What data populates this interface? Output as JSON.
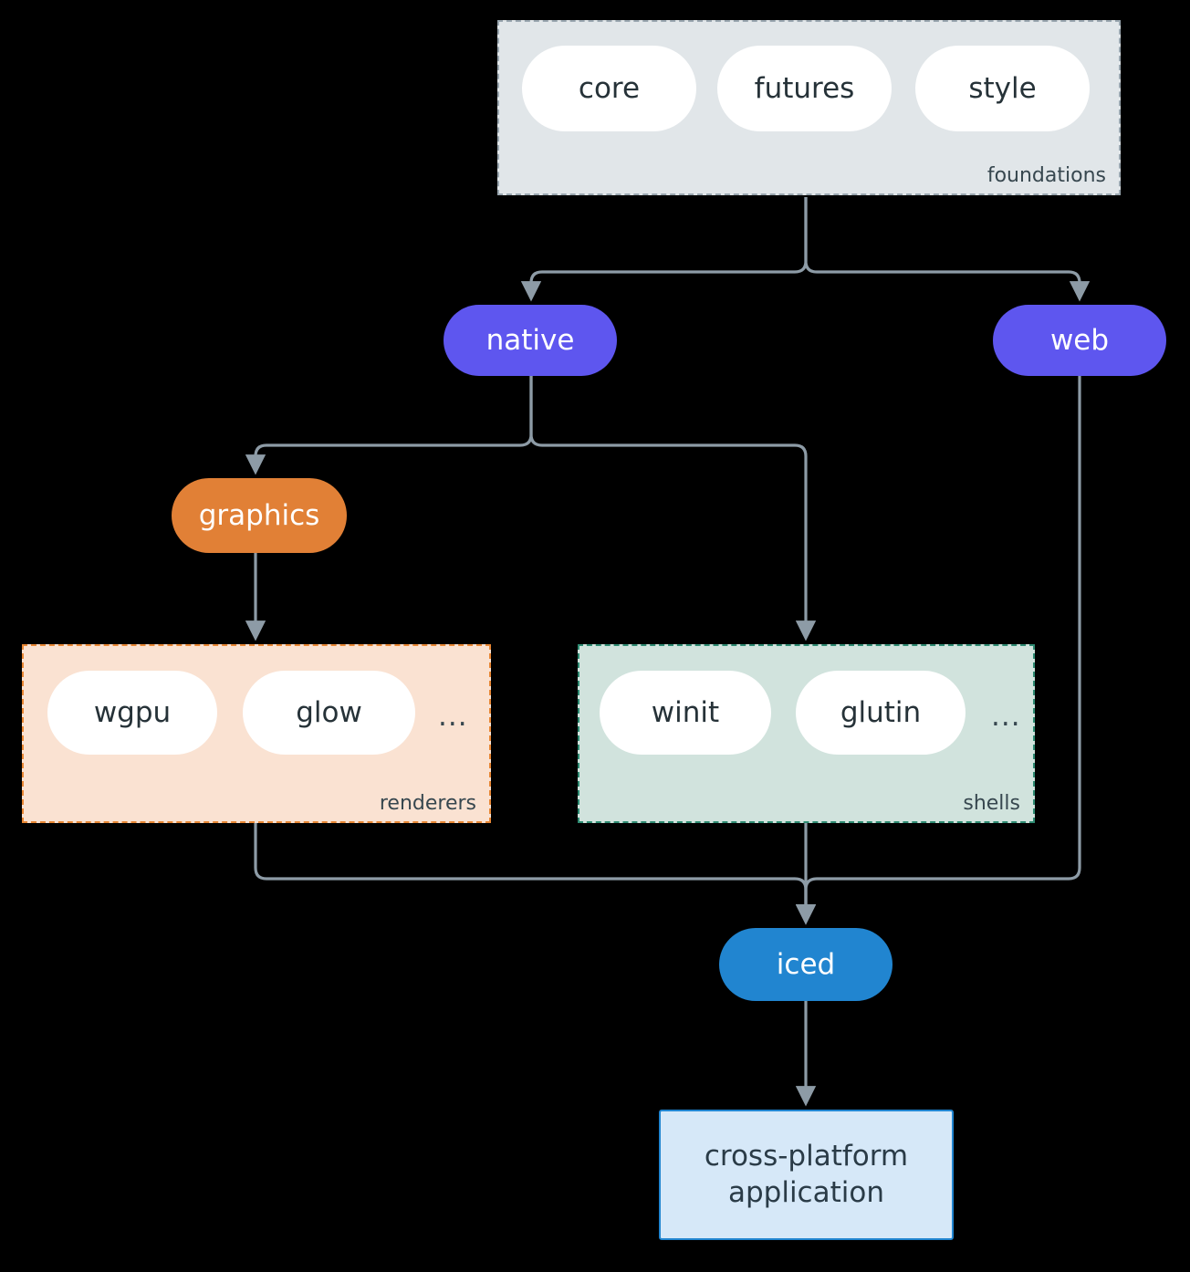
{
  "diagram": {
    "type": "architecture-flow",
    "background": "#000000",
    "edge_color": "#8d9ba6",
    "clusters": [
      {
        "id": "foundations",
        "label": "foundations",
        "fill": "#e1e6e9",
        "border": "#9aa7b0",
        "border_style": "dashed",
        "nodes": [
          {
            "id": "core",
            "label": "core",
            "fill": "#ffffff",
            "text": "#263238",
            "shape": "stadium"
          },
          {
            "id": "futures",
            "label": "futures",
            "fill": "#ffffff",
            "text": "#263238",
            "shape": "stadium"
          },
          {
            "id": "style",
            "label": "style",
            "fill": "#ffffff",
            "text": "#263238",
            "shape": "stadium"
          }
        ]
      },
      {
        "id": "renderers",
        "label": "renderers",
        "fill": "#fae2d2",
        "border": "#e88734",
        "border_style": "dashed",
        "nodes": [
          {
            "id": "wgpu",
            "label": "wgpu",
            "fill": "#ffffff",
            "text": "#263238",
            "shape": "stadium"
          },
          {
            "id": "glow",
            "label": "glow",
            "fill": "#ffffff",
            "text": "#263238",
            "shape": "stadium"
          }
        ],
        "ellipsis": "..."
      },
      {
        "id": "shells",
        "label": "shells",
        "fill": "#d1e3dd",
        "border": "#2e8b72",
        "border_style": "dashed",
        "nodes": [
          {
            "id": "winit",
            "label": "winit",
            "fill": "#ffffff",
            "text": "#263238",
            "shape": "stadium"
          },
          {
            "id": "glutin",
            "label": "glutin",
            "fill": "#ffffff",
            "text": "#263238",
            "shape": "stadium"
          }
        ],
        "ellipsis": "..."
      }
    ],
    "nodes": [
      {
        "id": "native",
        "label": "native",
        "fill": "#5e56ef",
        "text": "#ffffff",
        "shape": "stadium"
      },
      {
        "id": "web",
        "label": "web",
        "fill": "#5e56ef",
        "text": "#ffffff",
        "shape": "stadium"
      },
      {
        "id": "graphics",
        "label": "graphics",
        "fill": "#e18036",
        "text": "#ffffff",
        "shape": "stadium"
      },
      {
        "id": "iced",
        "label": "iced",
        "fill": "#2185d0",
        "text": "#ffffff",
        "shape": "stadium"
      },
      {
        "id": "application",
        "label": "cross-platform\napplication",
        "line1": "cross-platform",
        "line2": "application",
        "fill": "#d6e8f8",
        "text": "#2a3b47",
        "border": "#2185d0",
        "shape": "rect"
      }
    ],
    "edges": [
      {
        "from": "foundations",
        "to": "native"
      },
      {
        "from": "foundations",
        "to": "web"
      },
      {
        "from": "native",
        "to": "graphics"
      },
      {
        "from": "native",
        "to": "shells"
      },
      {
        "from": "graphics",
        "to": "renderers"
      },
      {
        "from": "renderers",
        "to": "iced"
      },
      {
        "from": "shells",
        "to": "iced"
      },
      {
        "from": "web",
        "to": "iced"
      },
      {
        "from": "iced",
        "to": "application"
      }
    ]
  }
}
